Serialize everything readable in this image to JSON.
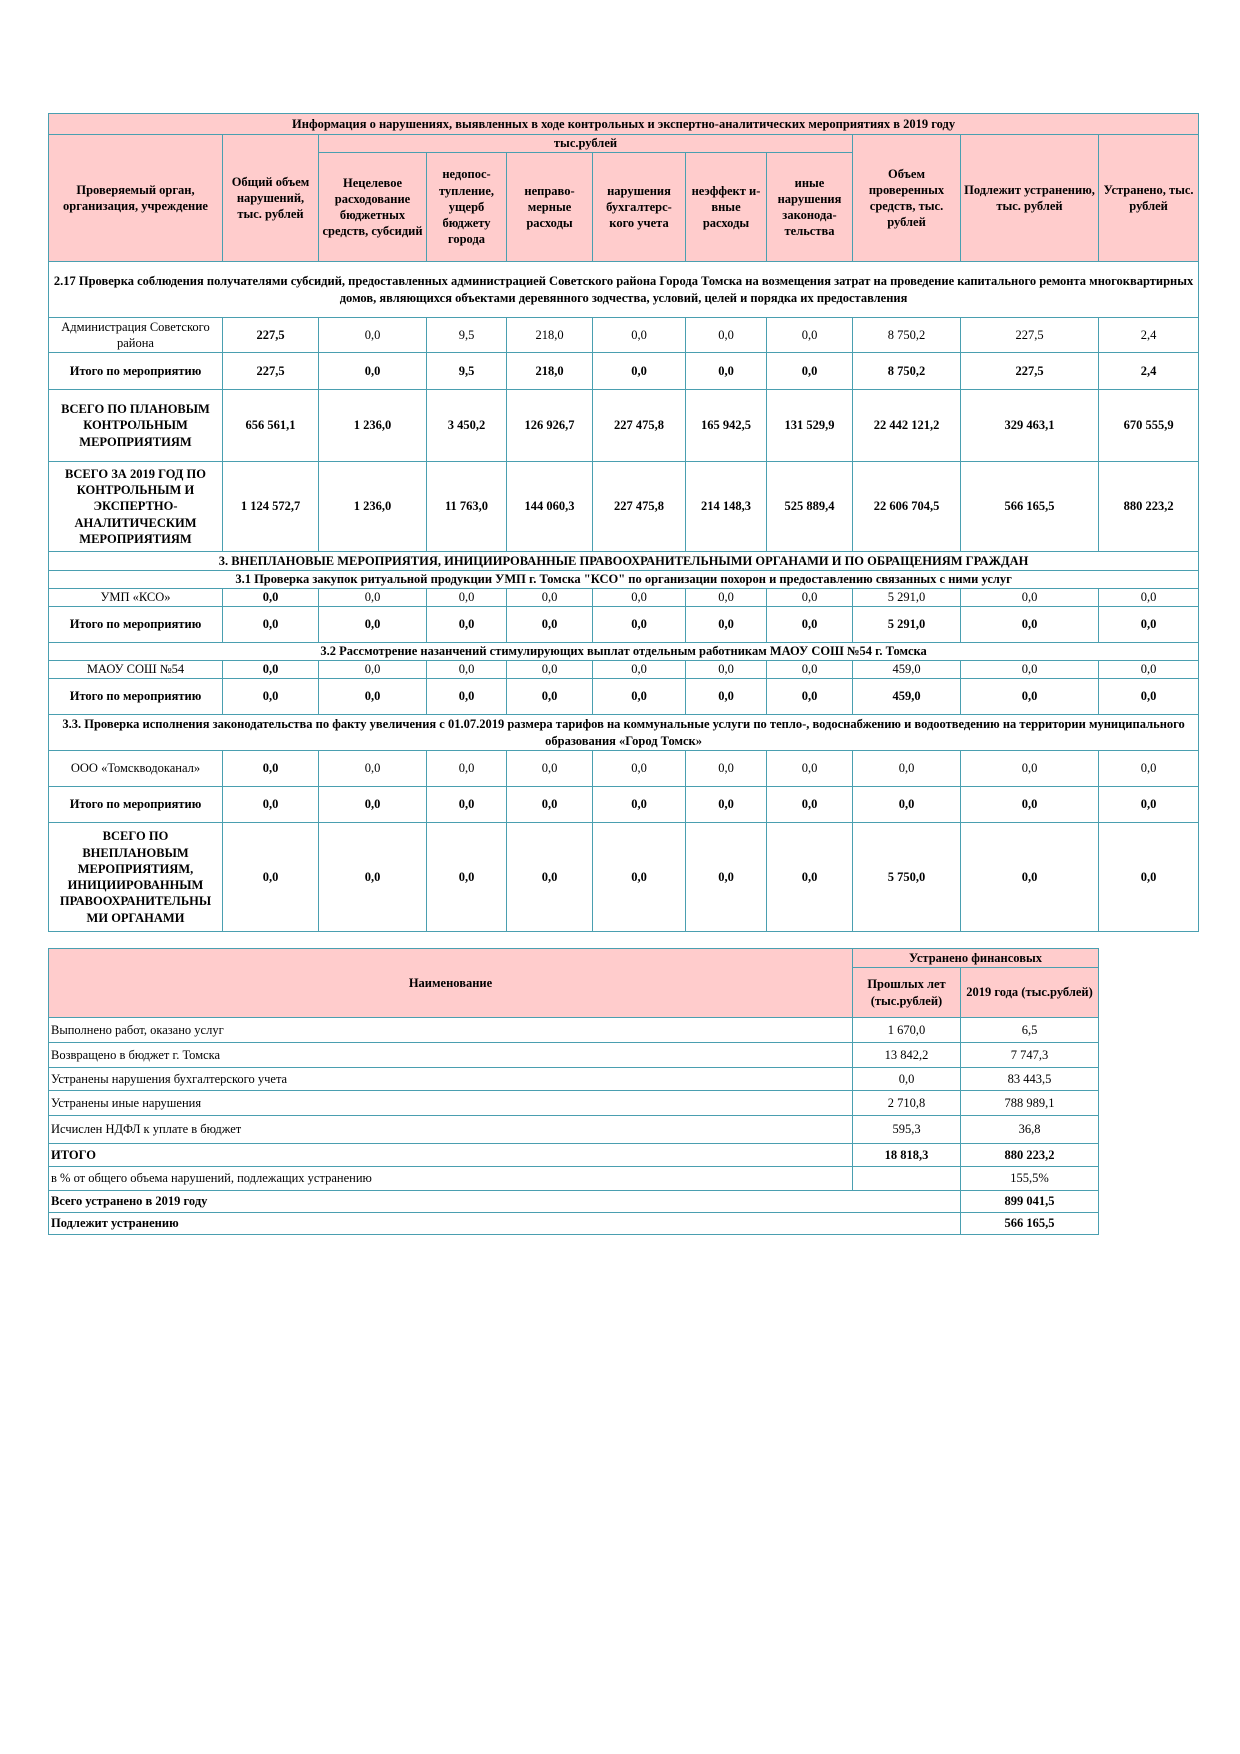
{
  "main_table": {
    "title": "Информация о нарушениях,  выявленных в ходе контрольных и экспертно-аналитических мероприятиях в 2019 году",
    "unit": "тыс.рублей",
    "headers": [
      "Проверяемый орган, организация, учреждение",
      "Общий объем нарушений, тыс. рублей",
      "Нецелевое расходование бюджетных средств, субсидий",
      "недопос-тупление, ущерб бюджету города",
      "неправо-мерные расходы",
      "нарушения бухгалтерс-кого учета",
      "неэффект и-вные расходы",
      "иные нарушения законода-тельства",
      "Объем проверенных средств, тыс. рублей",
      "Подлежит устранению, тыс. рублей",
      "Устранено, тыс. рублей"
    ],
    "rows": [
      {
        "type": "section",
        "h": 56,
        "text": "2.17 Проверка соблюдения получателями субсидий, предоставленных администрацией Советского района Города Томска на возмещения затрат на проведение капитального ремонта многоквартирных домов, являющихся объектами деревянного зодчества, условий, целей и порядка их предоставления"
      },
      {
        "type": "data",
        "h": 35,
        "label": "Администрация Советского района",
        "values": [
          "227,5",
          "0,0",
          "9,5",
          "218,0",
          "0,0",
          "0,0",
          "0,0",
          "8 750,2",
          "227,5",
          "2,4"
        ]
      },
      {
        "type": "total",
        "h": 37,
        "label": "Итого по мероприятию",
        "values": [
          "227,5",
          "0,0",
          "9,5",
          "218,0",
          "0,0",
          "0,0",
          "0,0",
          "8 750,2",
          "227,5",
          "2,4"
        ]
      },
      {
        "type": "total",
        "h": 72,
        "label": "ВСЕГО ПО ПЛАНОВЫМ КОНТРОЛЬНЫМ МЕРОПРИЯТИЯМ",
        "values": [
          "656 561,1",
          "1 236,0",
          "3 450,2",
          "126 926,7",
          "227 475,8",
          "165 942,5",
          "131 529,9",
          "22 442 121,2",
          "329 463,1",
          "670 555,9"
        ]
      },
      {
        "type": "total",
        "h": 90,
        "label": "ВСЕГО ЗА 2019 ГОД ПО КОНТРОЛЬНЫМ И ЭКСПЕРТНО-АНАЛИТИЧЕСКИМ МЕРОПРИЯТИЯМ",
        "values": [
          "1 124 572,7",
          "1 236,0",
          "11 763,0",
          "144 060,3",
          "227 475,8",
          "214 148,3",
          "525 889,4",
          "22 606 704,5",
          "566 165,5",
          "880 223,2"
        ]
      },
      {
        "type": "section",
        "h": 19,
        "text": "3. ВНЕПЛАНОВЫЕ МЕРОПРИЯТИЯ, ИНИЦИИРОВАННЫЕ ПРАВООХРАНИТЕЛЬНЫМИ ОРГАНАМИ И ПО ОБРАЩЕНИЯМ ГРАЖДАН"
      },
      {
        "type": "section",
        "h": 18,
        "text": "3.1 Проверка закупок ритуальной продукции УМП г. Томска \"КСО\" по организации похорон и предоставлению связанных с ними услуг"
      },
      {
        "type": "data",
        "h": 18,
        "label": "УМП «КСО»",
        "values": [
          "0,0",
          "0,0",
          "0,0",
          "0,0",
          "0,0",
          "0,0",
          "0,0",
          "5 291,0",
          "0,0",
          "0,0"
        ]
      },
      {
        "type": "total",
        "h": 36,
        "label": "Итого по мероприятию",
        "values": [
          "0,0",
          "0,0",
          "0,0",
          "0,0",
          "0,0",
          "0,0",
          "0,0",
          "5 291,0",
          "0,0",
          "0,0"
        ]
      },
      {
        "type": "section",
        "h": 18,
        "text": "3.2 Рассмотрение назанчений стимулирующих выплат отдельным работникам МАОУ СОШ №54 г. Томска"
      },
      {
        "type": "data",
        "h": 18,
        "label": "МАОУ СОШ №54",
        "values": [
          "0,0",
          "0,0",
          "0,0",
          "0,0",
          "0,0",
          "0,0",
          "0,0",
          "459,0",
          "0,0",
          "0,0"
        ]
      },
      {
        "type": "total",
        "h": 36,
        "label": "Итого по мероприятию",
        "values": [
          "0,0",
          "0,0",
          "0,0",
          "0,0",
          "0,0",
          "0,0",
          "0,0",
          "459,0",
          "0,0",
          "0,0"
        ]
      },
      {
        "type": "section",
        "h": 36,
        "text": "3.3. Проверка исполнения законодательства по факту увеличения с 01.07.2019 размера тарифов на коммунальные услуги по тепло-, водоснабжению и водоотведению на территории муниципального образования «Город Томск»"
      },
      {
        "type": "data",
        "h": 36,
        "label": "ООО «Томскводоканал»",
        "values": [
          "0,0",
          "0,0",
          "0,0",
          "0,0",
          "0,0",
          "0,0",
          "0,0",
          "0,0",
          "0,0",
          "0,0"
        ]
      },
      {
        "type": "total",
        "h": 36,
        "label": "Итого по мероприятию",
        "values": [
          "0,0",
          "0,0",
          "0,0",
          "0,0",
          "0,0",
          "0,0",
          "0,0",
          "0,0",
          "0,0",
          "0,0"
        ]
      },
      {
        "type": "total",
        "h": 109,
        "label": "ВСЕГО ПО ВНЕПЛАНОВЫМ МЕРОПРИЯТИЯМ, ИНИЦИИРОВАННЫМ ПРАВООХРАНИТЕЛЬНЫ МИ ОРГАНАМИ",
        "values": [
          "0,0",
          "0,0",
          "0,0",
          "0,0",
          "0,0",
          "0,0",
          "0,0",
          "5 750,0",
          "0,0",
          "0,0"
        ]
      }
    ]
  },
  "summary_table": {
    "name_header": "Наименование",
    "group_header": "Устранено финансовых",
    "col_prev": "Прошлых лет (тыс.рублей)",
    "col_2019": "2019 года (тыс.рублей)",
    "rows": [
      {
        "h": 25,
        "label": "Выполнено работ, оказано услуг",
        "prev": "1 670,0",
        "cur": "6,5"
      },
      {
        "h": 25,
        "label": "Возвращено в бюджет г. Томска",
        "prev": "13 842,2",
        "cur": "7 747,3"
      },
      {
        "h": 23,
        "label": "Устранены нарушения бухгалтерского учета",
        "prev": "0,0",
        "cur": "83 443,5"
      },
      {
        "h": 25,
        "label": "Устранены иные нарушения",
        "prev": "2 710,8",
        "cur": "788 989,1"
      },
      {
        "h": 28,
        "label": "Исчислен НДФЛ к уплате в бюджет",
        "prev": "595,3",
        "cur": "36,8"
      },
      {
        "h": 23,
        "label": "ИТОГО",
        "prev": "18 818,3",
        "cur": "880 223,2",
        "bold": true
      },
      {
        "h": 24,
        "label": "в % от общего объема нарушений, подлежащих устранению",
        "prev": "",
        "cur": "155,5%"
      },
      {
        "h": 22,
        "label": "Всего устранено в 2019 году",
        "cur": "899 041,5",
        "bold": true,
        "merged": true
      },
      {
        "h": 22,
        "label": "Подлежит устранению",
        "cur": "566 165,5",
        "bold": true,
        "merged": true
      }
    ]
  },
  "colors": {
    "header_bg": "#ffcccc",
    "border": "#4a9fb0"
  }
}
